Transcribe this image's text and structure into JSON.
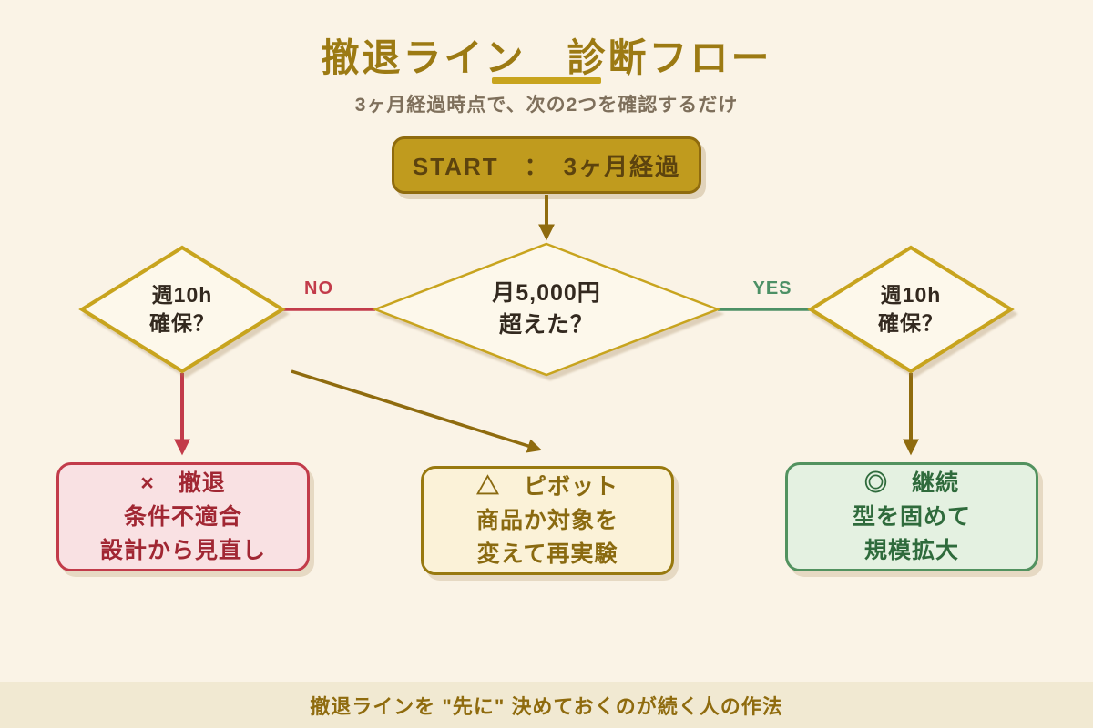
{
  "page": {
    "title": "撤退ライン　診断フロー",
    "subtitle": "3ヶ月経過時点で、次の2つを確認するだけ"
  },
  "flow": {
    "start": {
      "label": "START　：　3ヶ月経過"
    },
    "decision_main": {
      "line1": "月5,000円",
      "line2": "超えた？"
    },
    "decision_left": {
      "line1": "週10h",
      "line2": "確保？"
    },
    "decision_right": {
      "line1": "週10h",
      "line2": "確保？"
    },
    "branch_no": "NO",
    "branch_yes": "YES",
    "outcome_withdraw": {
      "line1": "×　撤退",
      "line2": "条件不適合",
      "line3": "設計から見直し"
    },
    "outcome_pivot": {
      "line1": "△　ピボット",
      "line2": "商品か対象を",
      "line3": "変えて再実験"
    },
    "outcome_continue": {
      "line1": "◎　継続",
      "line2": "型を固めて",
      "line3": "規模拡大"
    }
  },
  "footer": {
    "note": "撤退ラインを \"先に\" 決めておくのが続く人の作法"
  },
  "colors": {
    "background": "#FAF3E6",
    "footer_background": "#F1E9D2",
    "gold_dark": "#8F6B0E",
    "gold_bright": "#C8A41E",
    "start_fill": "#C09B1E",
    "diamond_fill": "#FDF8EB",
    "no_red": "#C23B4A",
    "yes_green": "#4C9065",
    "withdraw_fill": "#F9E1E3",
    "pivot_fill": "#FBF2D8",
    "continue_fill": "#E4F1E1"
  }
}
